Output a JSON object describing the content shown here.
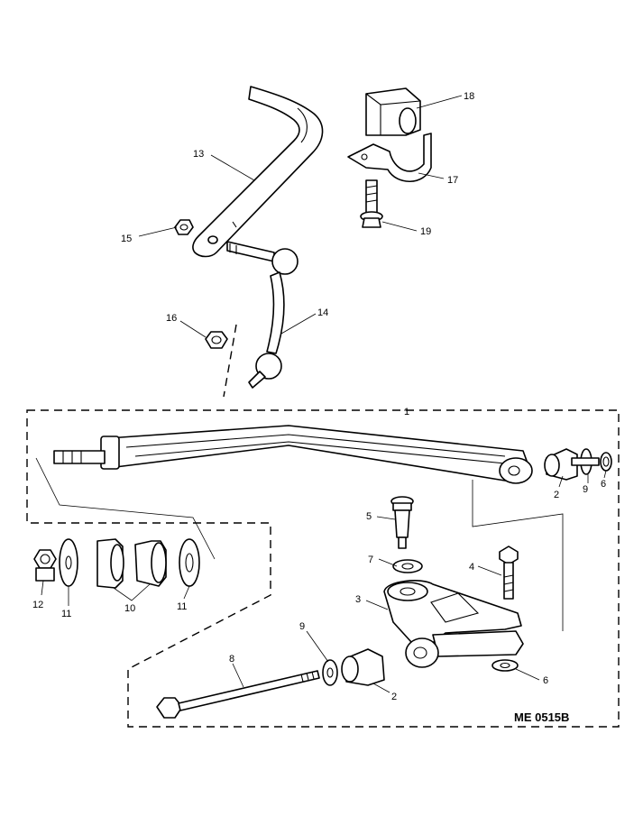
{
  "diagram": {
    "reference_code": "ME 0515B",
    "callouts": [
      {
        "id": "c1",
        "text": "1"
      },
      {
        "id": "c2a",
        "text": "2"
      },
      {
        "id": "c2b",
        "text": "2"
      },
      {
        "id": "c3",
        "text": "3"
      },
      {
        "id": "c4",
        "text": "4"
      },
      {
        "id": "c5",
        "text": "5"
      },
      {
        "id": "c6a",
        "text": "6"
      },
      {
        "id": "c6b",
        "text": "6"
      },
      {
        "id": "c7",
        "text": "7"
      },
      {
        "id": "c8",
        "text": "8"
      },
      {
        "id": "c9a",
        "text": "9"
      },
      {
        "id": "c9b",
        "text": "9"
      },
      {
        "id": "c10",
        "text": "10"
      },
      {
        "id": "c11a",
        "text": "11"
      },
      {
        "id": "c11b",
        "text": "11"
      },
      {
        "id": "c12",
        "text": "12"
      },
      {
        "id": "c13",
        "text": "13"
      },
      {
        "id": "c14",
        "text": "14"
      },
      {
        "id": "c15",
        "text": "15"
      },
      {
        "id": "c16",
        "text": "16"
      },
      {
        "id": "c17",
        "text": "17"
      },
      {
        "id": "c18",
        "text": "18"
      },
      {
        "id": "c19",
        "text": "19"
      }
    ]
  }
}
